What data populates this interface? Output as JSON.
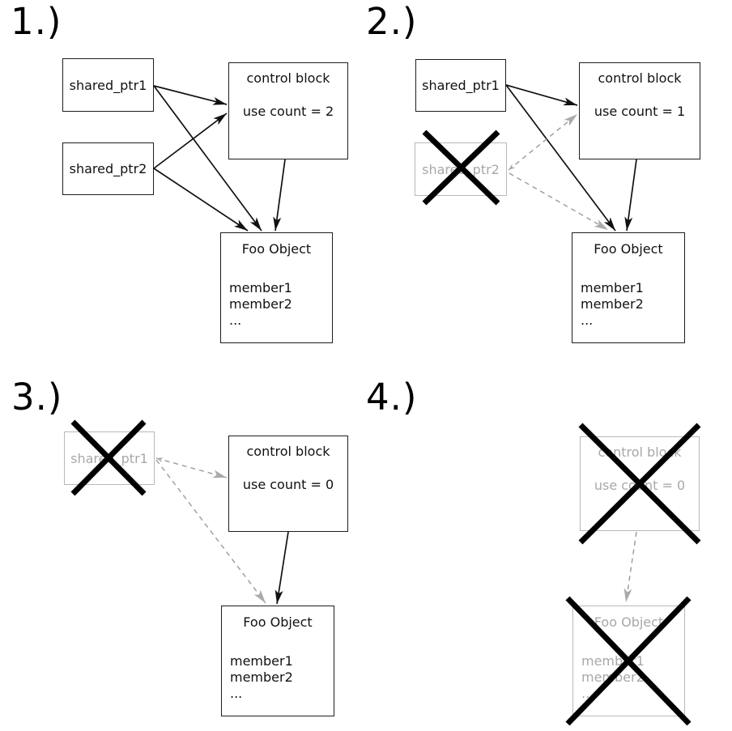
{
  "figure": {
    "topic": "shared_ptr reference counting lifecycle diagram",
    "colors": {
      "background": "#ffffff",
      "line_black": "#111111",
      "box_border_black": "#1d1d1d",
      "deleted_border_gray": "#b8b8b8",
      "deleted_text_gray": "#a8a8a8",
      "dashed_line_gray": "#9a9a9a",
      "cross_black": "#000000"
    }
  },
  "labels": {
    "shared_ptr1": "shared_ptr1",
    "shared_ptr2": "shared_ptr2",
    "control_block": "control block",
    "foo_object": "Foo Object",
    "members": [
      "member1",
      "member2",
      "..."
    ]
  },
  "panels": [
    {
      "number": "1.)",
      "use_count": "use count = 2"
    },
    {
      "number": "2.)",
      "use_count": "use count = 1"
    },
    {
      "number": "3.)",
      "use_count": "use count = 0"
    },
    {
      "number": "4.)",
      "use_count": "use count = 0"
    }
  ]
}
